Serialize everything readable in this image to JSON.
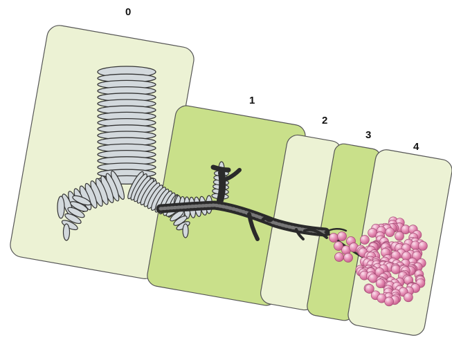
{
  "colors": {
    "zone_pale": "#ecf2d4",
    "zone_green": "#c9e08a",
    "zone_stroke": "#555555",
    "ring_fill": "#d3d9dd",
    "ring_stroke": "#333333",
    "airway_dark": "#2a2a2a",
    "alveolus_fill": "#e690b6",
    "alveolus_highlight": "#fbe3ee",
    "alveolus_stroke": "#a54d77"
  },
  "diagram": {
    "zones": [
      {
        "label": "0",
        "shade": "pale"
      },
      {
        "label": "1",
        "shade": "green"
      },
      {
        "label": "2",
        "shade": "pale"
      },
      {
        "label": "3",
        "shade": "green"
      },
      {
        "label": "4",
        "shade": "pale"
      }
    ],
    "structures": [
      {
        "name": "trachea",
        "icon": "trachea-icon"
      },
      {
        "name": "bronchi",
        "icon": "bronchi-icon"
      },
      {
        "name": "bronchioles",
        "icon": "bronchiole-icon"
      },
      {
        "name": "alveoli",
        "icon": "alveolus-icon"
      }
    ]
  }
}
